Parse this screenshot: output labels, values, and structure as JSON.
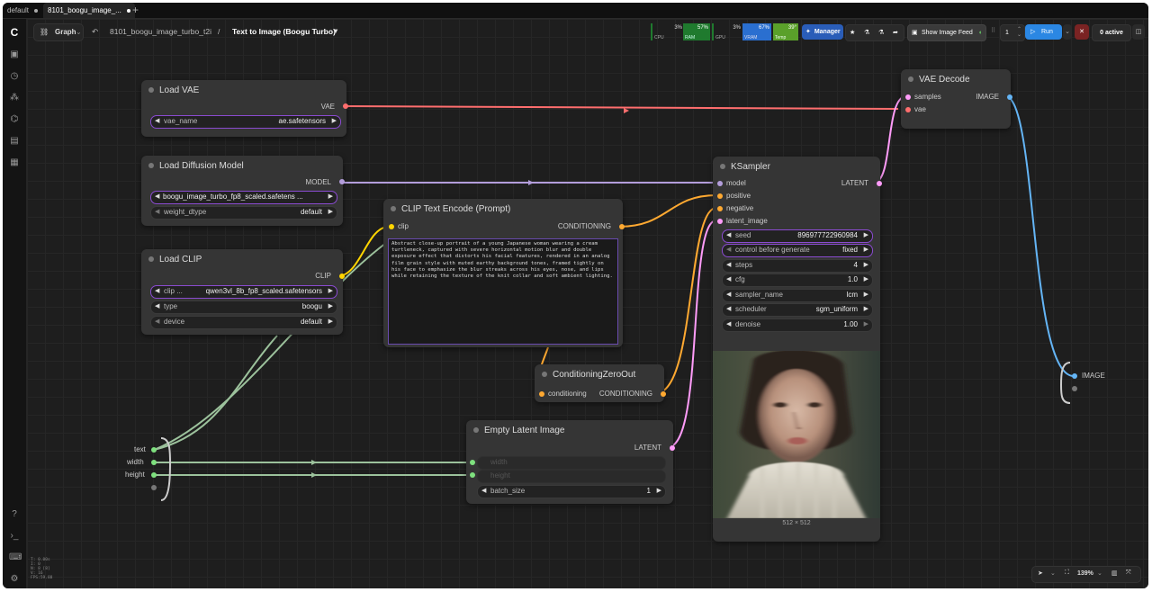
{
  "tabs": [
    {
      "label": "default",
      "active": false
    },
    {
      "label": "8101_boogu_image_...",
      "active": true
    }
  ],
  "toolbar": {
    "graph_label": "Graph",
    "workflow_name": "8101_boogu_image_turbo_t2i",
    "separator": "/",
    "subgraph_name": "Text to Image (Boogu Turbo)",
    "stats": [
      {
        "label": "CPU",
        "value": "3%",
        "color": "#1f7a2e"
      },
      {
        "label": "RAM",
        "value": "57%",
        "color": "#1f7a2e"
      },
      {
        "label": "GPU",
        "value": "3%",
        "color": "#1f7a2e"
      },
      {
        "label": "VRAM",
        "value": "67%",
        "color": "#2a6fd0"
      },
      {
        "label": "Temp",
        "value": "39°",
        "color": "#5aa02a"
      }
    ],
    "manager_label": "Manager",
    "feed_label": "Show Image Feed",
    "queue_count": "1",
    "run_label": "Run",
    "active_label": "0 active",
    "zoom": "139%"
  },
  "nodes": {
    "load_vae": {
      "title": "Load VAE",
      "output": "VAE",
      "widget_label": "vae_name",
      "widget_value": "ae.safetensors"
    },
    "load_diffusion": {
      "title": "Load Diffusion Model",
      "output": "MODEL",
      "unet_value": "boogu_image_turbo_fp8_scaled.safetens ...",
      "dtype_label": "weight_dtype",
      "dtype_value": "default"
    },
    "load_clip": {
      "title": "Load CLIP",
      "output": "CLIP",
      "clip_label": "clip ...",
      "clip_value": "qwen3vl_8b_fp8_scaled.safetensors",
      "type_label": "type",
      "type_value": "boogu",
      "device_label": "device",
      "device_value": "default"
    },
    "clip_text": {
      "title": "CLIP Text Encode (Prompt)",
      "input": "clip",
      "output": "CONDITIONING",
      "prompt": "Abstract close-up portrait of a young Japanese woman wearing a cream turtleneck, captured with severe horizontal motion blur and double exposure effect that distorts his facial features, rendered in an analog film grain style with muted earthy background tones, framed tightly on his face to emphasize the blur streaks across his eyes, nose, and lips while retaining the texture of the knit collar and soft ambient lighting."
    },
    "cond_zero": {
      "title": "ConditioningZeroOut",
      "input": "conditioning",
      "output": "CONDITIONING"
    },
    "empty_latent": {
      "title": "Empty Latent Image",
      "output": "LATENT",
      "width_label": "width",
      "height_label": "height",
      "batch_label": "batch_size",
      "batch_value": "1"
    },
    "ksampler": {
      "title": "KSampler",
      "inputs": [
        "model",
        "positive",
        "negative",
        "latent_image"
      ],
      "output": "LATENT",
      "widgets": [
        {
          "label": "seed",
          "value": "896977722960984"
        },
        {
          "label": "control before generate",
          "value": "fixed"
        },
        {
          "label": "steps",
          "value": "4"
        },
        {
          "label": "cfg",
          "value": "1.0"
        },
        {
          "label": "sampler_name",
          "value": "lcm"
        },
        {
          "label": "scheduler",
          "value": "sgm_uniform"
        },
        {
          "label": "denoise",
          "value": "1.00"
        }
      ],
      "preview_size": "512 × 512"
    },
    "vae_decode": {
      "title": "VAE Decode",
      "inputs": [
        "samples",
        "vae"
      ],
      "output": "IMAGE"
    }
  },
  "subgraph_inputs": [
    "text",
    "width",
    "height"
  ],
  "subgraph_output": "IMAGE",
  "debug": [
    "T: 0.00s",
    "I: 0",
    "N: 8 [8]",
    "V: 16",
    "FPS:59.88"
  ],
  "colors": {
    "vae": "#ff6e6e",
    "model": "#b39ddb",
    "clip": "#ffd500",
    "conditioning": "#ffa931",
    "latent": "#ff9cf9",
    "image": "#64b5f6",
    "int": "#7ee07e"
  }
}
